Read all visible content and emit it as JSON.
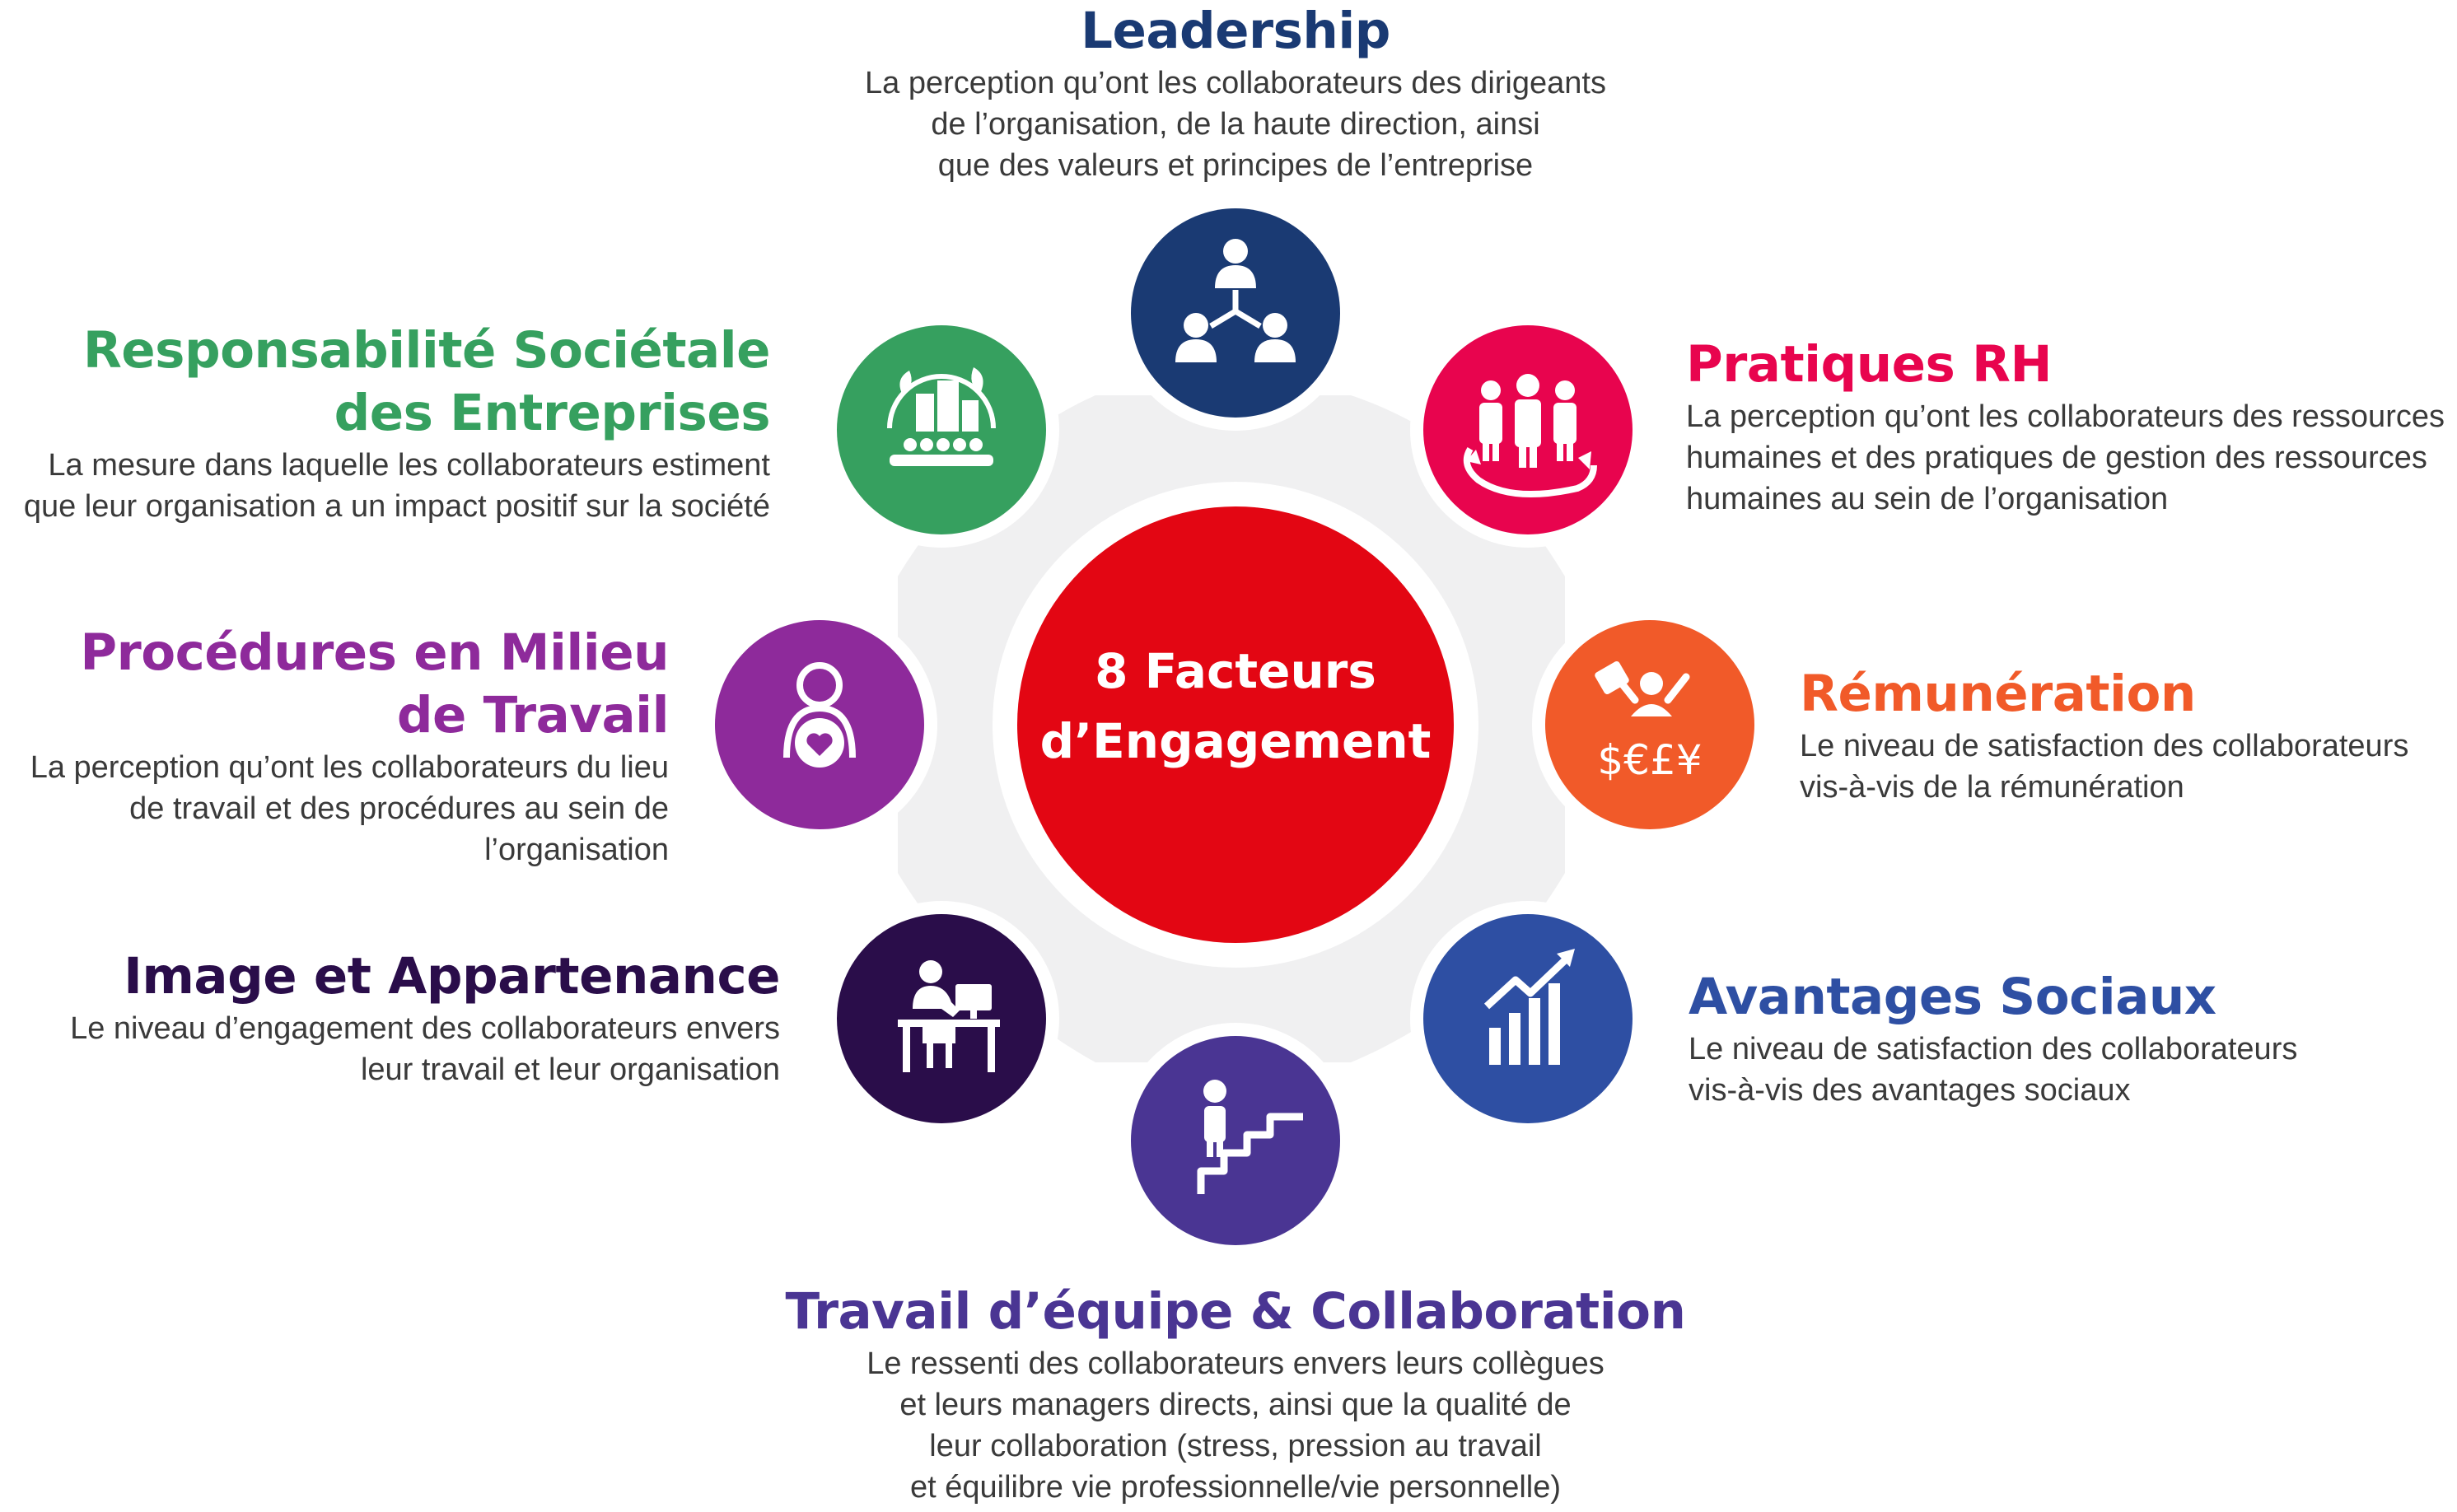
{
  "center": {
    "line1": "8 Facteurs",
    "line2": "d’Engagement",
    "color": "#e30613"
  },
  "gear_color": "#f0f0f1",
  "factors": [
    {
      "id": "leadership",
      "icon": "hierarchy-people-icon",
      "color": "#1a3a73",
      "title_lines": [
        "Leadership"
      ],
      "desc_lines": [
        "La perception qu’ont les collaborateurs des dirigeants",
        "de l’organisation, de la haute direction, ainsi",
        "que des valeurs et principes de l’entreprise"
      ]
    },
    {
      "id": "pratiques-rh",
      "icon": "people-cycle-icon",
      "color": "#e8044e",
      "title_lines": [
        "Pratiques RH"
      ],
      "desc_lines": [
        "La perception qu’ont les collaborateurs des ressources",
        "humaines et des pratiques de gestion des ressources",
        "humaines au sein de l’organisation"
      ]
    },
    {
      "id": "remuneration",
      "icon": "currency-cheer-icon",
      "color": "#f15a29",
      "title_lines": [
        "Rémunération"
      ],
      "desc_lines": [
        "Le niveau de satisfaction des collaborateurs",
        "vis-à-vis de la rémunération"
      ],
      "icon_text": "$€£¥"
    },
    {
      "id": "avantages-sociaux",
      "icon": "growth-chart-icon",
      "color": "#2e4fa3",
      "title_lines": [
        "Avantages Sociaux"
      ],
      "desc_lines": [
        "Le niveau de satisfaction des collaborateurs",
        "vis-à-vis des avantages sociaux"
      ]
    },
    {
      "id": "travail-equipe",
      "icon": "stairs-climb-icon",
      "color": "#4a3593",
      "title_lines": [
        "Travail d’équipe & Collaboration"
      ],
      "desc_lines": [
        "Le ressenti des collaborateurs envers leurs collègues",
        "et leurs managers directs, ainsi que la qualité de",
        "leur collaboration (stress, pression au travail",
        "et équilibre vie professionnelle/vie personnelle)"
      ]
    },
    {
      "id": "image-appartenance",
      "icon": "desk-worker-icon",
      "color": "#2a0d4a",
      "title_lines": [
        "Image et Appartenance"
      ],
      "desc_lines": [
        "Le niveau d’engagement des collaborateurs envers",
        "leur travail et leur organisation"
      ]
    },
    {
      "id": "procedures",
      "icon": "person-heart-icon",
      "color": "#8e2a9b",
      "title_lines": [
        "Procédures en Milieu",
        "de Travail"
      ],
      "desc_lines": [
        "La perception qu’ont les collaborateurs du lieu",
        "de travail et des procédures au sein de",
        "l’organisation"
      ]
    },
    {
      "id": "rse",
      "icon": "city-globe-icon",
      "color": "#36a05f",
      "title_lines": [
        "Responsabilité Sociétale",
        "des Entreprises"
      ],
      "desc_lines": [
        "La mesure dans laquelle les collaborateurs estiment",
        "que leur organisation a un impact positif sur la société"
      ]
    }
  ]
}
